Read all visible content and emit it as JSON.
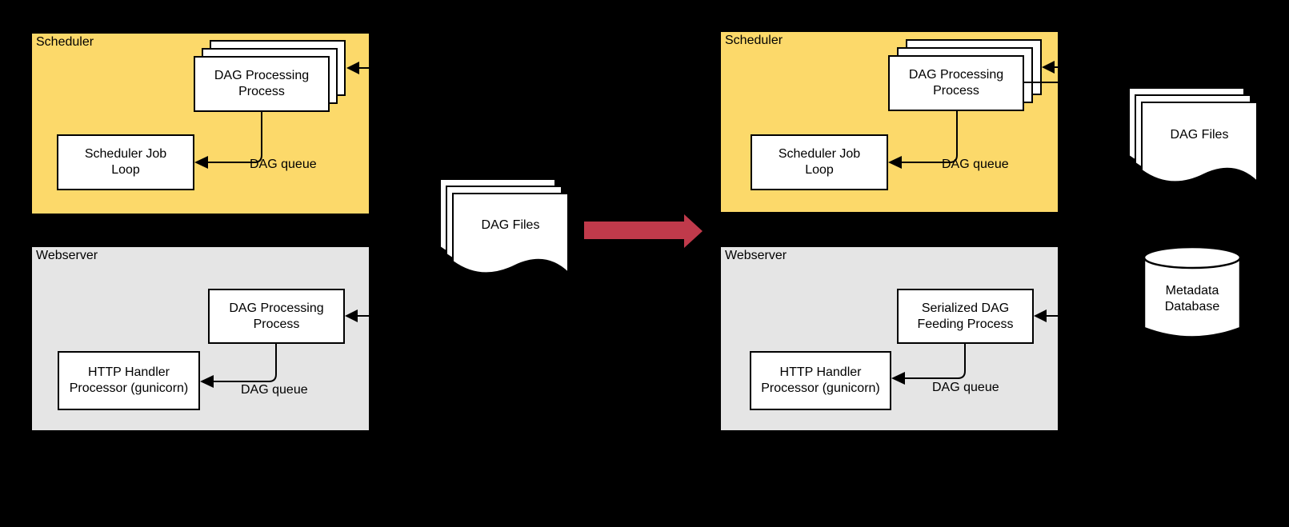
{
  "colors": {
    "background": "#000000",
    "scheduler_fill": "#FCD96A",
    "webserver_fill": "#E5E5E5",
    "box_fill": "#FFFFFF",
    "line_color": "#000000",
    "arrow_red": "#C03A4B",
    "text_color": "#000000"
  },
  "before": {
    "scheduler": {
      "title": "Scheduler",
      "process_box": "DAG Processing Process",
      "job_loop_box": "Scheduler Job Loop",
      "queue_label": "DAG queue"
    },
    "webserver": {
      "title": "Webserver",
      "process_box": "DAG Processing Process",
      "handler_box": "HTTP Handler Processor (gunicorn)",
      "queue_label": "DAG queue"
    }
  },
  "transition": {
    "dag_files_label": "DAG Files"
  },
  "after": {
    "scheduler": {
      "title": "Scheduler",
      "process_box": "DAG Processing Process",
      "job_loop_box": "Scheduler Job Loop",
      "queue_label": "DAG queue"
    },
    "webserver": {
      "title": "Webserver",
      "process_box": "Serialized DAG Feeding Process",
      "handler_box": "HTTP Handler Processor (gunicorn)",
      "queue_label": "DAG queue"
    },
    "storage": {
      "dag_files_label": "DAG Files",
      "metadata_db_label": "Metadata Database"
    }
  }
}
